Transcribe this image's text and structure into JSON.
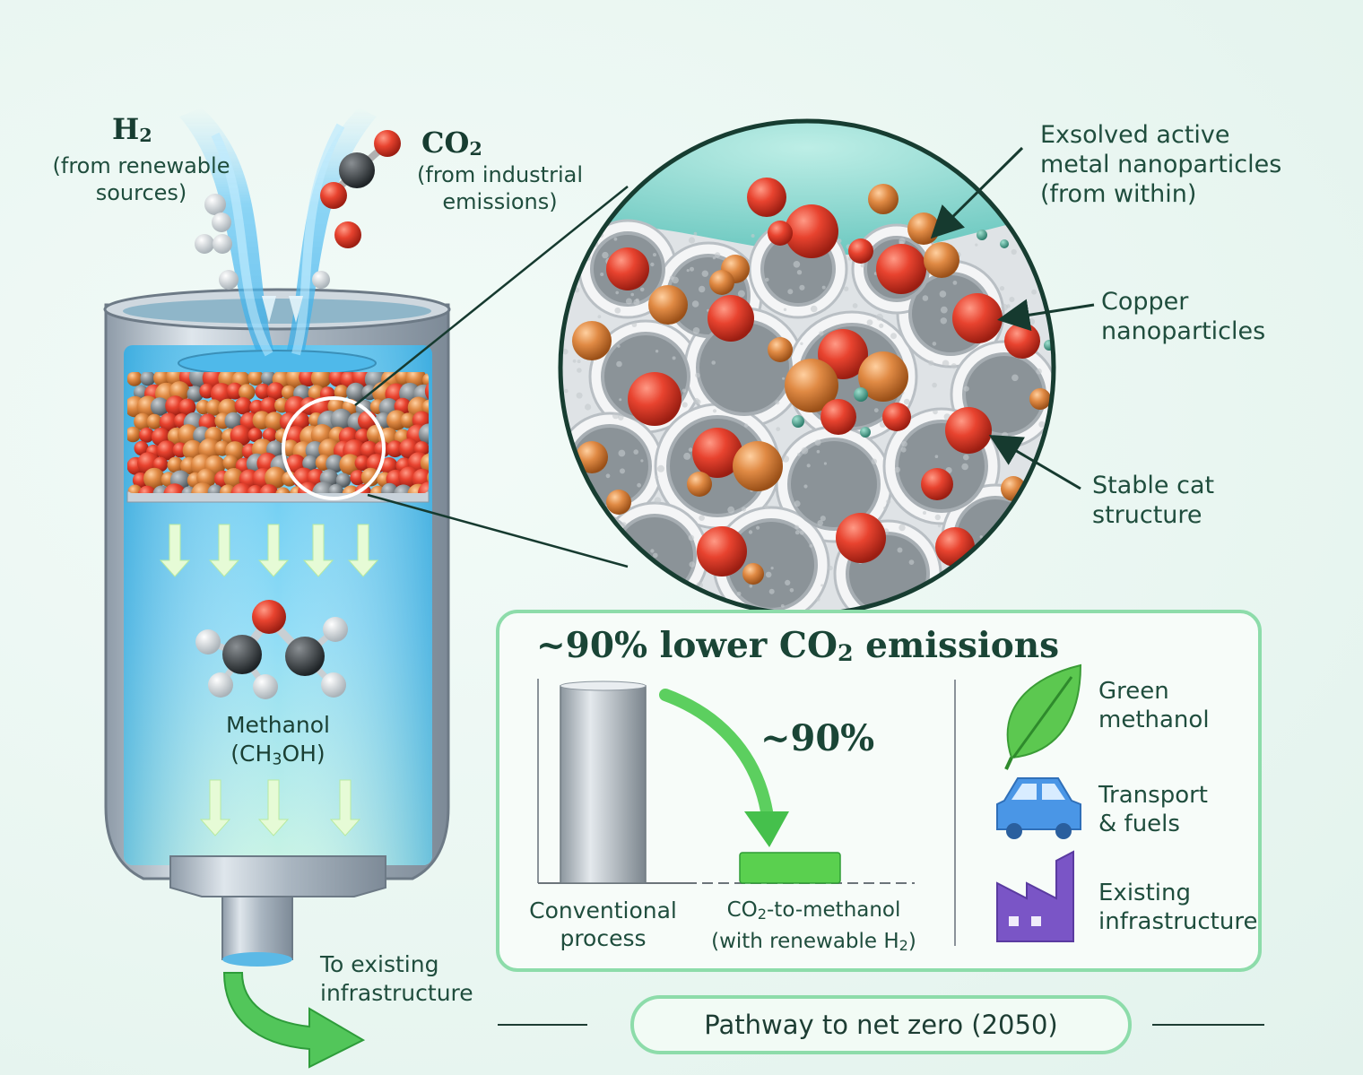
{
  "inputs": {
    "h2": {
      "formula": "H",
      "sub": "2",
      "note_line1": "(from renewable",
      "note_line2": "sources)"
    },
    "co2": {
      "formula": "CO",
      "sub": "2",
      "note_line1": "(from industrial",
      "note_line2": "emissions)"
    }
  },
  "product": {
    "name": "Methanol",
    "formula_a": "(CH",
    "formula_sub": "3",
    "formula_b": "OH)"
  },
  "outlet": {
    "line1": "To existing",
    "line2": "infrastructure"
  },
  "callouts": {
    "exsolved": {
      "line1": "Exsolved active",
      "line2": "metal nanoparticles",
      "line3": "(from within)"
    },
    "copper": {
      "line1": "Copper",
      "line2": "nanoparticles"
    },
    "stable": {
      "line1": "Stable cat",
      "line2": "structure"
    }
  },
  "emissions": {
    "title_a": "~90% lower CO",
    "title_sub": "2",
    "title_b": " emissions",
    "reduction_label": "~90%",
    "bar_conventional_line1": "Conventional",
    "bar_conventional_line2": "process",
    "bar_new_line1_a": "CO",
    "bar_new_line1_sub": "2",
    "bar_new_line1_b": "-to-methanol",
    "bar_new_line2_a": "(with renewable H",
    "bar_new_line2_sub": "2",
    "bar_new_line2_b": ")"
  },
  "chart_data": {
    "type": "bar",
    "categories": [
      "Conventional process",
      "CO2-to-methanol (with renewable H2)"
    ],
    "values": [
      100,
      10
    ],
    "title": "~90% lower CO2 emissions",
    "annotation": "~90%"
  },
  "benefits": [
    {
      "icon": "leaf-icon",
      "line1": "Green",
      "line2": "methanol"
    },
    {
      "icon": "car-icon",
      "line1": "Transport",
      "line2": "& fuels"
    },
    {
      "icon": "factory-icon",
      "line1": "Existing",
      "line2": "infrastructure"
    }
  ],
  "footer": {
    "pathway": "Pathway to net zero (2050)"
  },
  "colors": {
    "accent_green": "#3fbf4a",
    "panel_border": "#8ddcaa",
    "text_dark": "#1f4d3d"
  }
}
